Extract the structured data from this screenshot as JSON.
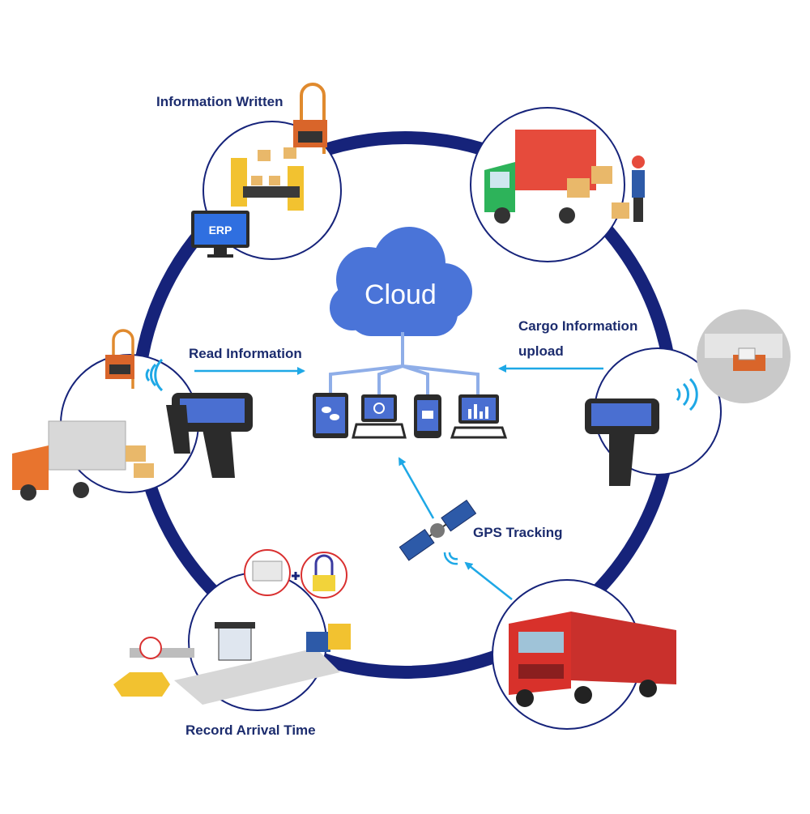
{
  "labels": {
    "information_written": "Information Written",
    "read_information": "Read Information",
    "cargo_information_line1": "Cargo Information",
    "cargo_information_line2": "upload",
    "gps_tracking": "GPS Tracking",
    "record_arrival_time": "Record Arrival Time"
  },
  "cloud": {
    "text": "Cloud"
  },
  "icons": {
    "erp_screen_text": "ERP"
  },
  "colors": {
    "ring": "#16237a",
    "cloud": "#4a74d8",
    "arrow": "#1ea8e6",
    "label": "#1c2c6e",
    "truck_red": "#d8312b",
    "scanner": "#2b2b2b",
    "box": "#e9b86a"
  }
}
